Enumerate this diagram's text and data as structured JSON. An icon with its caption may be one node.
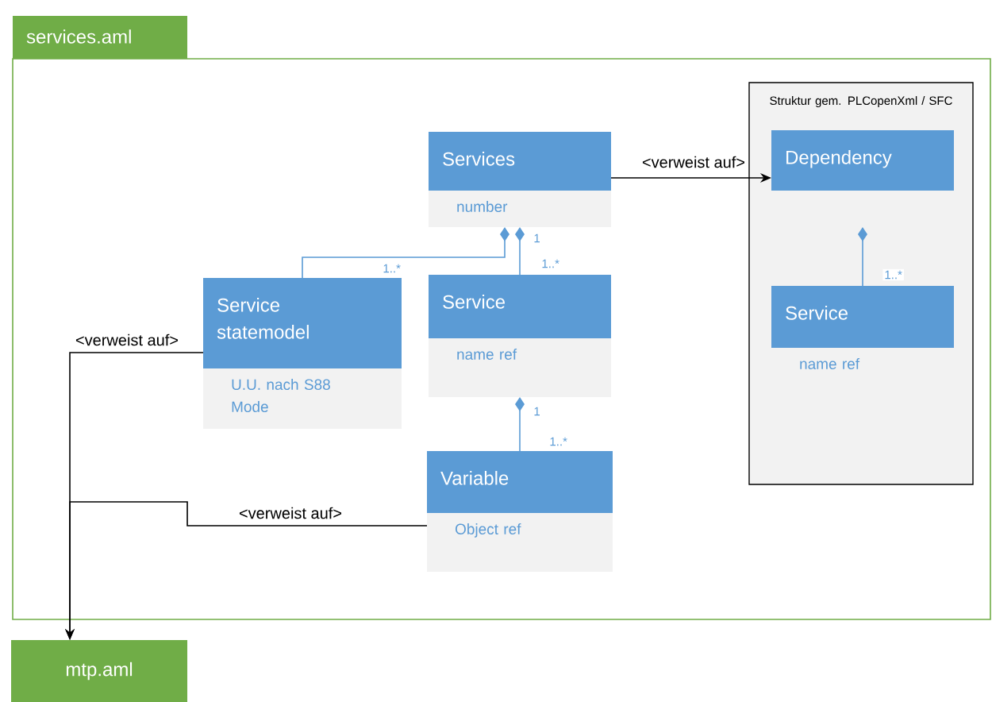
{
  "diagram": {
    "nodes": [
      {
        "text": [
          "services.aml"
        ]
      },
      {
        "text": [
          "Services",
          "number"
        ],
        "in": 0
      },
      {
        "text": [
          "Service statemodel",
          "U.U. nach S88 Mode"
        ],
        "in": 0
      },
      {
        "text": [
          "Service",
          "name ref"
        ],
        "in": 0
      },
      {
        "text": [
          "Variable",
          "Object ref"
        ],
        "in": 0
      },
      {
        "text": [
          "Struktur gem. PLCopenXml / SFC"
        ],
        "in": 0
      },
      {
        "text": [
          "Dependency"
        ],
        "in": 5
      },
      {
        "text": [
          "Service",
          "name ref"
        ],
        "in": 5
      },
      {
        "text": [
          "mtp.aml"
        ]
      }
    ],
    "edges": [
      {
        "from": 2,
        "to": 1,
        "arrow": "other"
      },
      {
        "from": 3,
        "to": 1,
        "arrow": "other"
      },
      {
        "from": 1,
        "to": 6,
        "arrow": "to",
        "label": "<verweist auf>",
        "color": "#000000"
      },
      {
        "from": 4,
        "to": 3,
        "arrow": "other"
      },
      {
        "from": 7,
        "to": 6,
        "arrow": "other"
      },
      {
        "from": 2,
        "to": 8,
        "arrow": "to",
        "label": "<verweist auf>",
        "color": "#000000"
      },
      {
        "from": 4,
        "to": 8,
        "arrow": "to",
        "label": "<verweist auf>",
        "color": "#000000"
      }
    ],
    "labels": [
      "1..*",
      "1",
      "1..*",
      "1",
      "1..*",
      "1..*"
    ]
  }
}
